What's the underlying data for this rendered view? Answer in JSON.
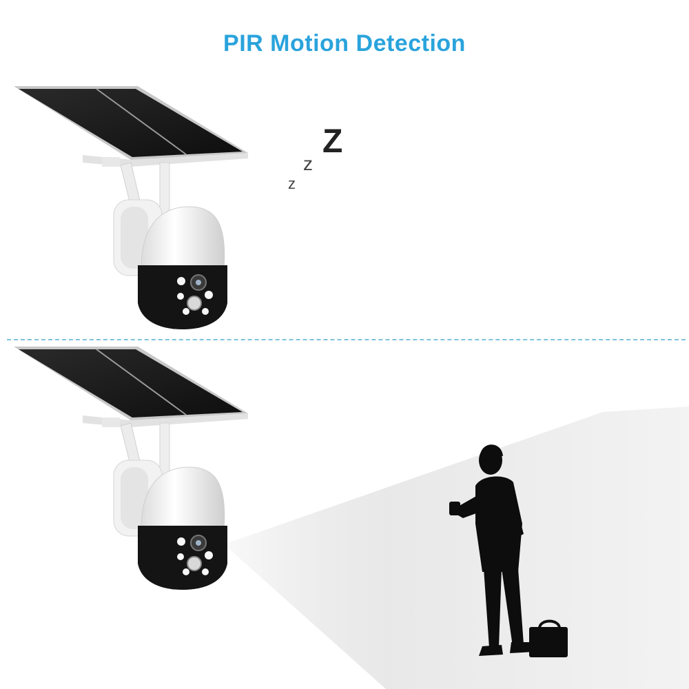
{
  "header": {
    "title": "PIR Motion Detection"
  },
  "sleep": {
    "z_small": "z",
    "z_medium": "z",
    "z_large": "Z"
  },
  "colors": {
    "title": "#2aa3dc",
    "divider": "#7ec3dc",
    "camera_body": "#f4f4f4",
    "camera_face": "#141414",
    "panel": "#1c1c1c",
    "silhouette": "#0d0d0d"
  }
}
